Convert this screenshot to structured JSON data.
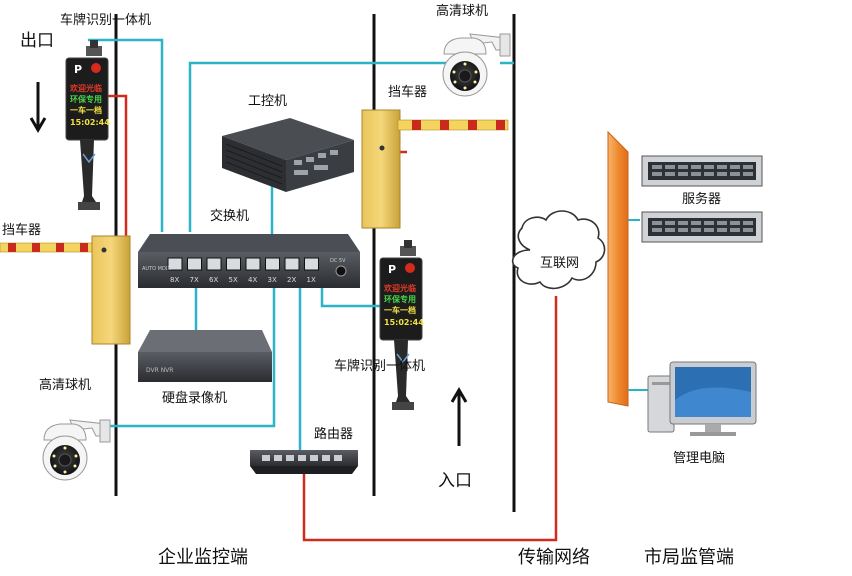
{
  "labels": {
    "exit": "出口",
    "entrance": "入口",
    "lpr_top": "车牌识别一体机",
    "lpr_mid": "车牌识别一体机",
    "hd_cam_top": "高清球机",
    "hd_cam_left": "高清球机",
    "barrier_right": "挡车器",
    "barrier_left": "挡车器",
    "ipc": "工控机",
    "switch": "交换机",
    "nvr": "硬盘录像机",
    "router": "路由器",
    "internet": "互联网",
    "server": "服务器",
    "mgmt_pc": "管理电脑",
    "zone_enterprise": "企业监控端",
    "zone_network": "传输网络",
    "zone_city": "市局监管端"
  },
  "lpr_display": {
    "p_letter": "P",
    "line1": "欢迎光临",
    "line2": "环保专用",
    "line3": "一车一档",
    "line4": "15:02:44"
  },
  "switch_ports": [
    "8X",
    "7X",
    "6X",
    "5X",
    "4X",
    "3X",
    "2X",
    "1X"
  ],
  "switch_text": {
    "auto": "AUTO MDIX",
    "dc": "DC 5V"
  },
  "nvr_text": "DVR NVR",
  "colors": {
    "cable_blue": "#2bb3c8",
    "cable_red": "#d42a1c",
    "barrier_yellow": "#e8c44a",
    "zone_line": "#111111",
    "firewall": "#f08a2a"
  }
}
